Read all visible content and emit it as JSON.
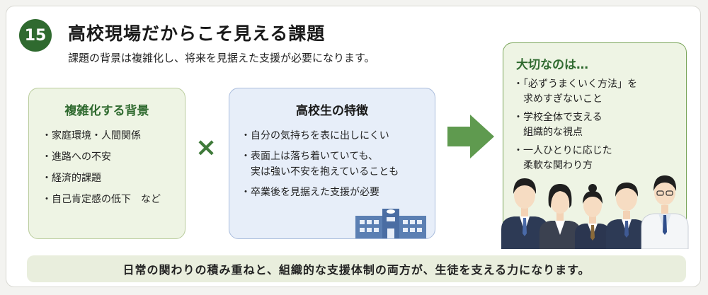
{
  "badge": "15",
  "title": "高校現場だからこそ見える課題",
  "subtitle": "課題の背景は複雑化し、将来を見据えた支援が必要になります。",
  "left_box": {
    "title": "複雑化する背景",
    "items": [
      "・家庭環境・人間関係",
      "・進路への不安",
      "・経済的課題",
      "・自己肯定感の低下　など"
    ]
  },
  "cross": "×",
  "middle_box": {
    "title": "高校生の特徴",
    "items": [
      "・自分の気持ちを表に出しにくい",
      "・表面上は落ち着いていても、",
      "　実は強い不安を抱えていることも",
      "・卒業後を見据えた支援が必要"
    ]
  },
  "right_box": {
    "title": "大切なのは…",
    "items": [
      "・「必ずうまくいく方法」を",
      "　求めすぎないこと",
      "・学校全体で支える",
      "　組織的な視点",
      "・一人ひとりに応じた",
      "　柔軟な関わり方"
    ]
  },
  "bottom": "日常の関わりの積み重ねと、組織的な支援体制の両方が、生徒を支える力になります。",
  "colors": {
    "accent_green": "#2f6a2f",
    "arrow_green": "#5f9a4f",
    "blue_box": "#e7eef9"
  }
}
